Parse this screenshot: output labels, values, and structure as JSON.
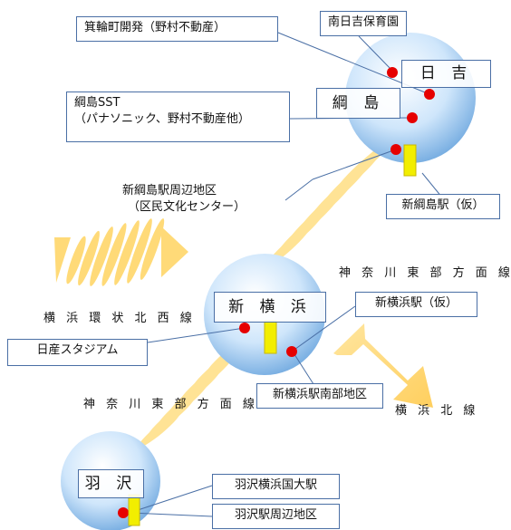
{
  "colors": {
    "bubble_inner": "#ffffff",
    "bubble_mid": "#cfe6fb",
    "bubble_outer": "#6fa8df",
    "station_marker": "#f2ee00",
    "station_outline": "#c9b800",
    "dot": "#e60000",
    "wave": "#ffe08a",
    "arrow": "#ffd066",
    "leader": "#4a6fa5"
  },
  "icons": {
    "bubble": "circle-gradient",
    "station_marker": "yellow-rectangle",
    "dot": "red-circle"
  },
  "stations": {
    "hiyoshi": {
      "name": "日 吉"
    },
    "tsunashima": {
      "name": "綱 島"
    },
    "shinyokohama": {
      "name": "新 横 浜"
    },
    "hazawa": {
      "name": "羽 沢"
    }
  },
  "labels": {
    "minowa": "箕輪町開発（野村不動産）",
    "minami_hiyoshi": "南日吉保育園",
    "tsunashima_sst_line1": "綱島SST",
    "tsunashima_sst_line2": "（パナソニック、野村不動産他）",
    "shin_tsunashima_area_line1": "新綱島駅周辺地区",
    "shin_tsunashima_area_line2": "（区民文化センター）",
    "shin_tsunashima_station": "新綱島駅（仮）",
    "shinyokohama_station": "新横浜駅（仮）",
    "nissan_stadium": "日産スタジアム",
    "shinyokohama_south": "新横浜駅南部地区",
    "hazawa_station": "羽沢横浜国大駅",
    "hazawa_area": "羽沢駅周辺地区"
  },
  "lines": {
    "kanagawa_toubu_upper": "神 奈 川 東 部 方 面 線",
    "kanagawa_toubu_lower": "神 奈 川 東 部 方 面 線",
    "yokohama_kanjou_hokusei": "横 浜 環 状 北 西 線",
    "yokohama_hokusen": "横 浜 北 線"
  }
}
